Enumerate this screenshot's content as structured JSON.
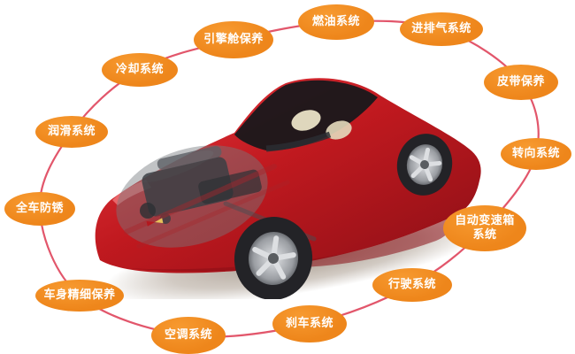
{
  "labels": [
    {
      "name": "engine-bay-maintenance",
      "text": "引擎舱保养"
    },
    {
      "name": "fuel-system",
      "text": "燃油系统"
    },
    {
      "name": "intake-exhaust-system",
      "text": "进排气系统"
    },
    {
      "name": "belt-maintenance",
      "text": "皮带保养"
    },
    {
      "name": "steering-system",
      "text": "转向系统"
    },
    {
      "name": "automatic-transmission-system",
      "text": "自动变速箱\n系统"
    },
    {
      "name": "driving-system",
      "text": "行驶系统"
    },
    {
      "name": "brake-system",
      "text": "刹车系统"
    },
    {
      "name": "air-conditioning-system",
      "text": "空调系统"
    },
    {
      "name": "body-detail-maintenance",
      "text": "车身精细保养"
    },
    {
      "name": "full-car-rust-proofing",
      "text": "全车防锈"
    },
    {
      "name": "lubrication-system",
      "text": "润滑系统"
    },
    {
      "name": "cooling-system",
      "text": "冷却系统"
    }
  ],
  "colors": {
    "background": "#FFFFFF",
    "label_bg": "#EE861B",
    "label_text": "#FFFFFF",
    "ring": "#E2566B",
    "car_red": "#C0191F"
  }
}
